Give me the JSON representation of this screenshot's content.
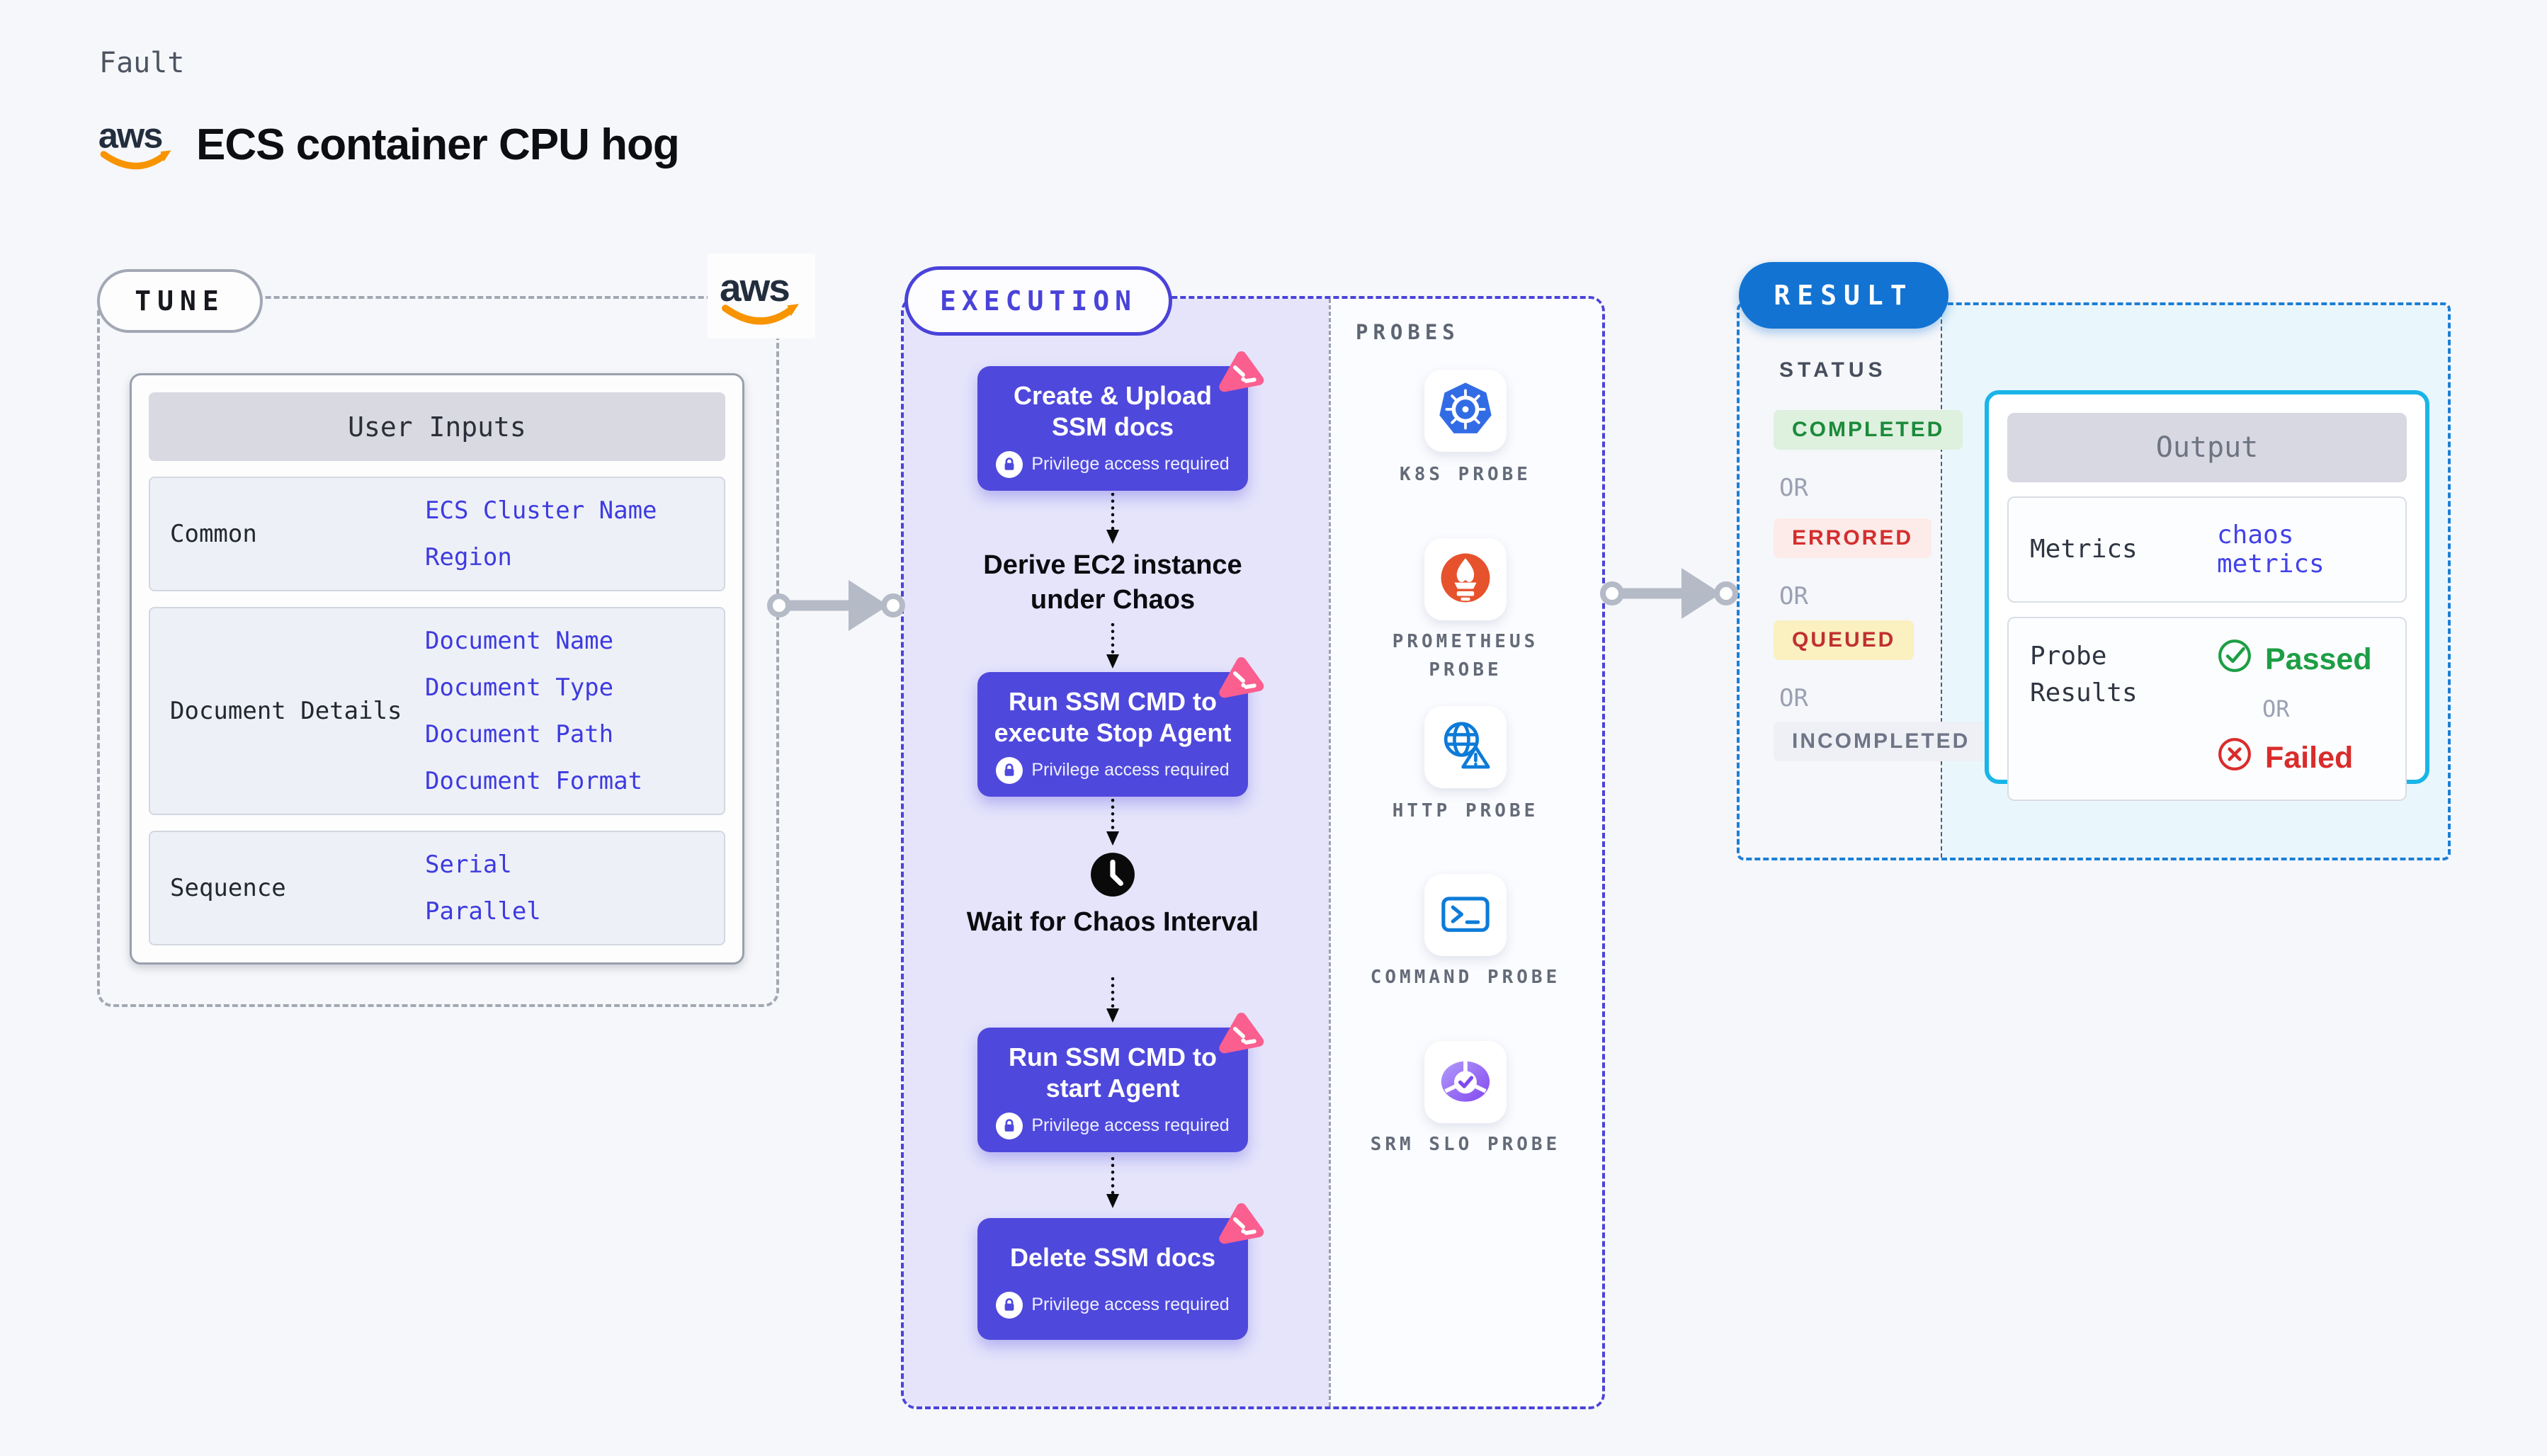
{
  "header": {
    "kicker": "Fault",
    "title": "ECS container CPU hog",
    "brand": "aws"
  },
  "tune": {
    "pill": "TUNE",
    "table": {
      "header": "User Inputs",
      "rows": [
        {
          "label": "Common",
          "values": [
            "ECS Cluster Name",
            "Region"
          ]
        },
        {
          "label": "Document Details",
          "values": [
            "Document Name",
            "Document Type",
            "Document Path",
            "Document Format"
          ]
        },
        {
          "label": "Sequence",
          "values": [
            "Serial",
            "Parallel"
          ]
        }
      ]
    }
  },
  "execution": {
    "pill": "EXECUTION",
    "privilege": "Privilege access required",
    "steps": [
      {
        "type": "action",
        "title": "Create & Upload SSM docs"
      },
      {
        "type": "text",
        "title": "Derive EC2 instance under Chaos"
      },
      {
        "type": "action",
        "title": "Run SSM CMD to execute Stop Agent"
      },
      {
        "type": "wait",
        "title": "Wait for Chaos Interval"
      },
      {
        "type": "action",
        "title": "Run SSM CMD to start Agent"
      },
      {
        "type": "action",
        "title": "Delete SSM docs"
      }
    ]
  },
  "probes": {
    "label": "PROBES",
    "items": [
      "K8S PROBE",
      "PROMETHEUS PROBE",
      "HTTP PROBE",
      "COMMAND PROBE",
      "SRM SLO PROBE"
    ]
  },
  "result": {
    "pill": "RESULT",
    "status_heading": "STATUS",
    "or": "OR",
    "statuses": [
      "COMPLETED",
      "ERRORED",
      "QUEUED",
      "INCOMPLETED"
    ],
    "output": {
      "header": "Output",
      "metrics_label": "Metrics",
      "metrics_value": "chaos metrics",
      "probe_results_label": "Probe Results",
      "passed": "Passed",
      "failed": "Failed"
    }
  },
  "colors": {
    "accent_indigo": "#4f48dc",
    "execution_border": "#4a43d9",
    "result_pill_blue": "#1273d2",
    "result_border_blue": "#1b7fd6",
    "output_border_cyan": "#19b5e8",
    "link_blue": "#3d3bdf",
    "badge_pink": "#fa5f90",
    "aws_orange": "#f79400",
    "status_completed": "#1b8a3a",
    "status_errored": "#d32f2f",
    "status_queued": "#c03030",
    "status_incompleted": "#6e7586",
    "passed_green": "#1d9e44",
    "failed_red": "#d92c2c",
    "k8s_blue": "#326ce5",
    "prometheus_orange": "#e6522c",
    "http_blue": "#0d7bd8",
    "srm_purple": "#8b5cf6"
  }
}
